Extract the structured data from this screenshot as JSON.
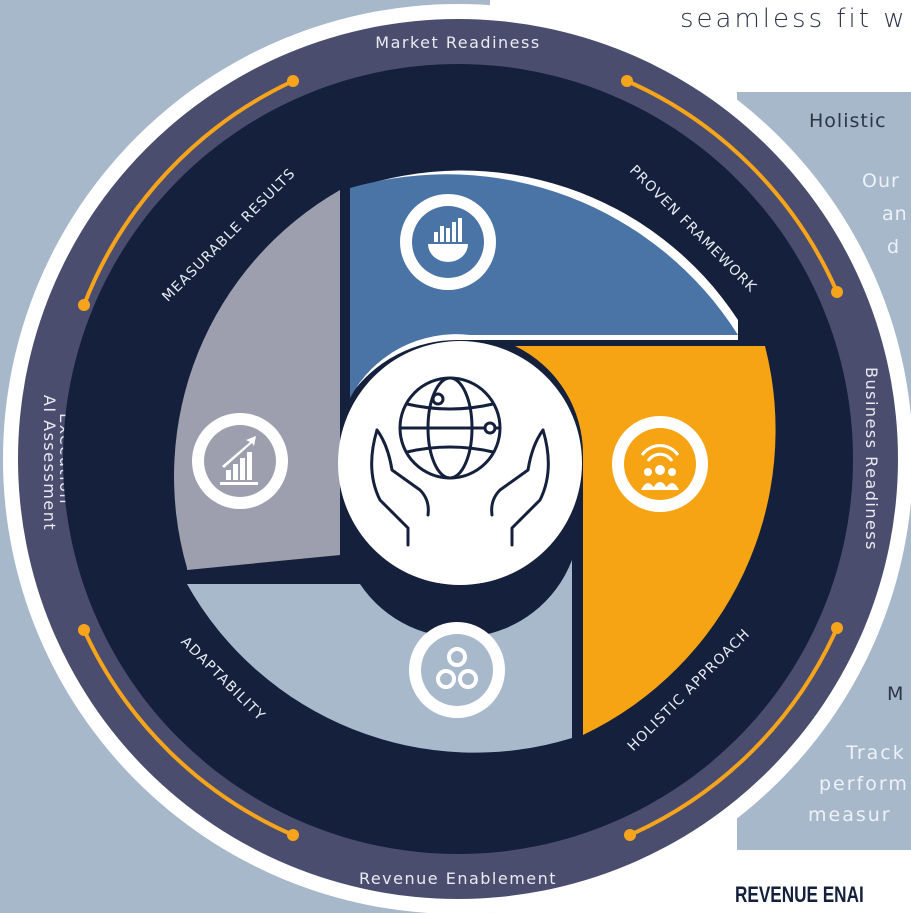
{
  "header": {
    "tagline": "seamless fit w"
  },
  "side_panel": {
    "holistic_heading": "Holistic",
    "holistic_line1": "Our",
    "holistic_line2": "an",
    "holistic_line3": "d",
    "measurable_heading": "M",
    "measurable_line1": "Track",
    "measurable_line2": "perform",
    "measurable_line3": "measur"
  },
  "footer": {
    "title": "REVENUE ENAI"
  },
  "diagram": {
    "outer_ring": {
      "top": "Market Readiness",
      "right": "Business Readiness",
      "bottom": "Revenue Enablement",
      "left_a": "Execution",
      "left_b": "AI Assessment"
    },
    "inner_ring": {
      "top_left": "MEASURABLE RESULTS",
      "top_right": "PROVEN FRAMEWORK",
      "bottom_right": "HOLISTIC APPROACH",
      "bottom_left": "ADAPTABILITY"
    },
    "quadrants": [
      {
        "name": "proven-framework",
        "color": "#4a74a6",
        "icon": "globe-chart-icon"
      },
      {
        "name": "holistic-approach",
        "color": "#f6a414",
        "icon": "team-signal-icon"
      },
      {
        "name": "adaptability",
        "color": "#a8b9cc",
        "icon": "cycle-arrows-icon"
      },
      {
        "name": "measurable-results",
        "color": "#9d9fae",
        "icon": "growth-chart-icon"
      }
    ],
    "center_icon": "hands-globe-icon",
    "colors": {
      "outer_ring": "#4a4d6e",
      "inner_ring": "#15213c",
      "accent": "#f6a41c",
      "center": "#ffffff"
    }
  }
}
